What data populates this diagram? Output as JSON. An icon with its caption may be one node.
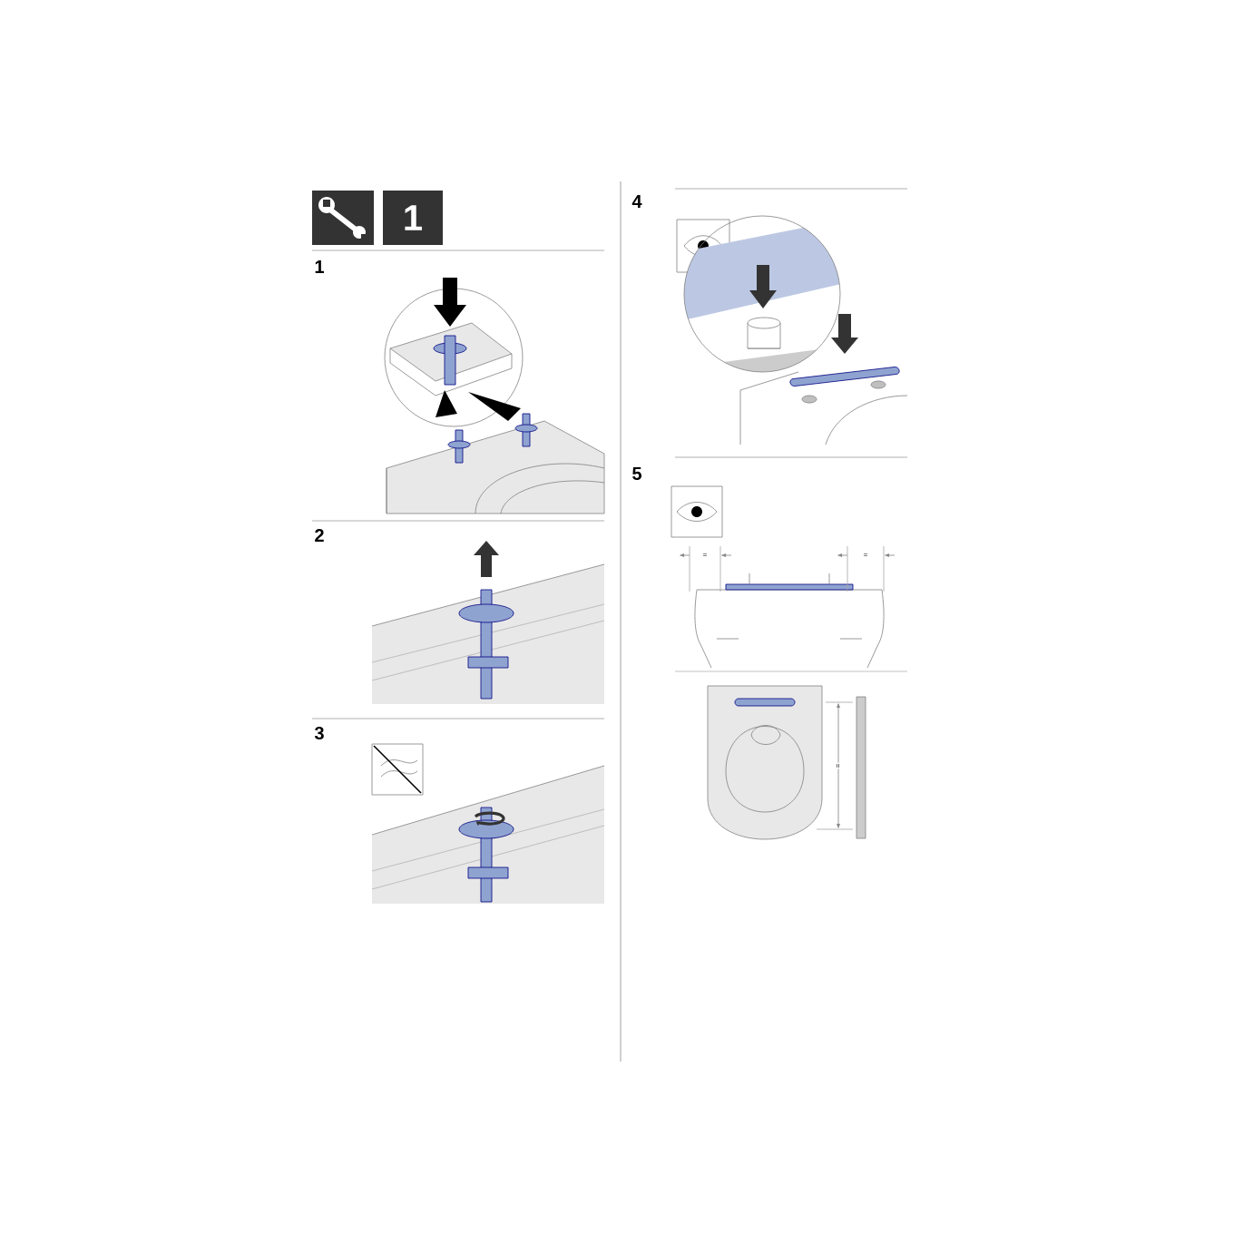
{
  "diagram": {
    "nodes": [
      {
        "text": [
          "1"
        ]
      }
    ],
    "labels": [
      "1",
      "2",
      "3",
      "4",
      "5",
      "=",
      "=",
      "="
    ]
  }
}
